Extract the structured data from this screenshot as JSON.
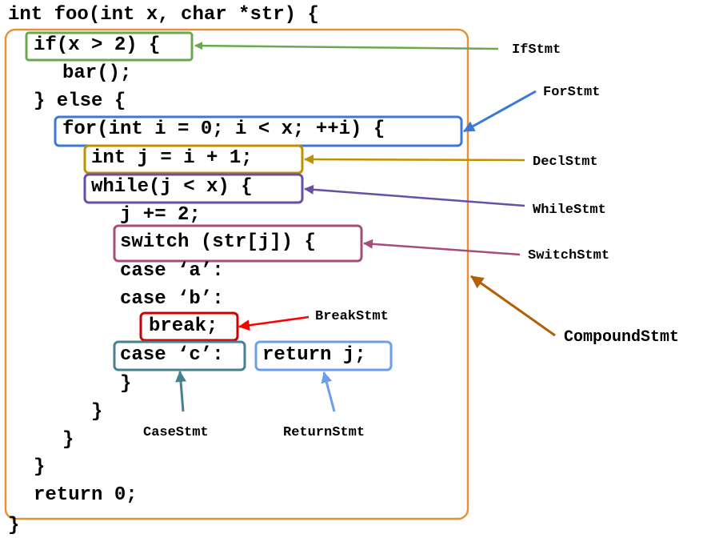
{
  "code": {
    "l0": "int foo(int x, char *str) {",
    "l1": "if(x > 2) {",
    "l2": "bar();",
    "l3": "} else {",
    "l4": "for(int i = 0; i < x; ++i) {",
    "l5": "int j = i + 1;",
    "l6": "while(j < x) {",
    "l7": "j += 2;",
    "l8": "switch (str[j]) {",
    "l9": "case ‘a’:",
    "l10": "case ‘b’:",
    "l11": "break;",
    "l12a": "case ‘c’:",
    "l12b": "return j;",
    "l13": "}",
    "l14": "}",
    "l15": "}",
    "l16": "}",
    "l17": "return 0;",
    "l18": "}"
  },
  "labels": {
    "ifstmt": "IfStmt",
    "forstmt": "ForStmt",
    "declstmt": "DeclStmt",
    "whilestmt": "WhileStmt",
    "switchstmt": "SwitchStmt",
    "breakstmt": "BreakStmt",
    "compoundstmt": "CompoundStmt",
    "casestmt": "CaseStmt",
    "returnstmt": "ReturnStmt"
  },
  "colors": {
    "ifstmt": "#6aa84f",
    "forstmt": "#3c78d8",
    "declstmt": "#bf9000",
    "whilestmt": "#674ea7",
    "switchstmt": "#a64d79",
    "breakstmt": "#cc0000",
    "compoundstmt": "#e69138",
    "compound_arrow": "#b45f06",
    "casestmt": "#45818e",
    "returnstmt": "#6d9eeb",
    "breakstmt_arrow": "#ff0000"
  }
}
